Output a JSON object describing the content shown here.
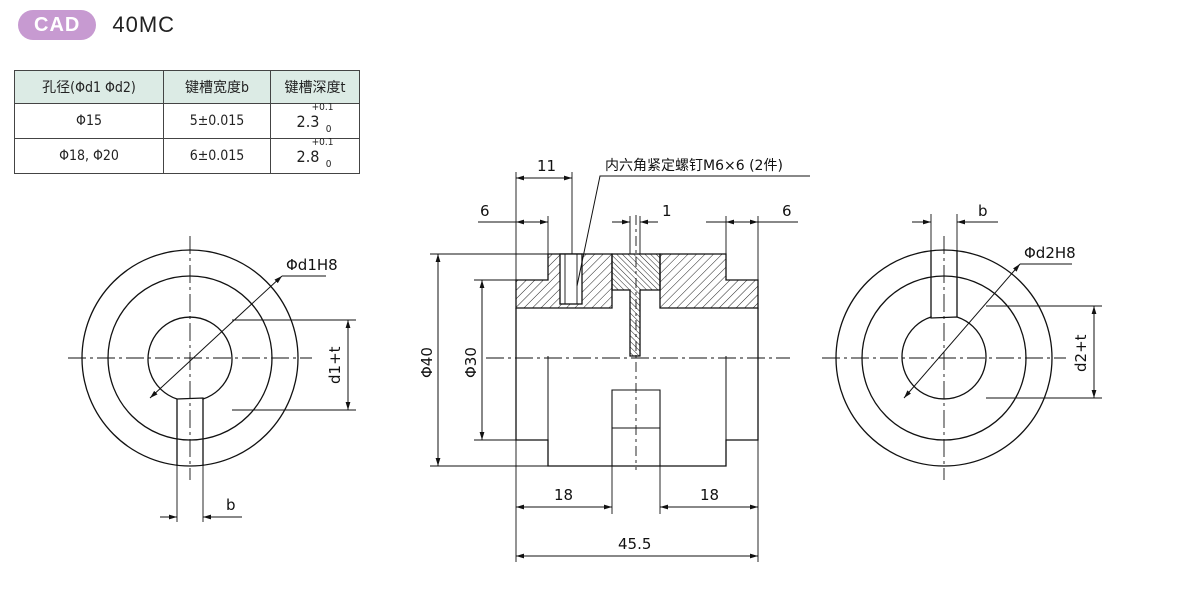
{
  "header": {
    "badge": "CAD",
    "model": "40MC"
  },
  "table": {
    "headers": [
      "孔径(Φd1 Φd2)",
      "键槽宽度b",
      "键槽深度t"
    ],
    "rows": [
      {
        "bore": "Φ15",
        "width": "5±0.015",
        "depth": "2.3",
        "tol_upper": "+0.1",
        "tol_lower": "0"
      },
      {
        "bore": "Φ18, Φ20",
        "width": "6±0.015",
        "depth": "2.8",
        "tol_upper": "+0.1",
        "tol_lower": "0"
      }
    ]
  },
  "drawing": {
    "left_view": {
      "bore_label": "Φd1H8",
      "depth_label": "d1+t",
      "keyway_label": "b"
    },
    "section_view": {
      "screw_note": "内六角紧定螺钉M6×6 (2件)",
      "dim_screw_pos": "11",
      "dim_left_step": "6",
      "dim_gap": "1",
      "dim_right_step": "6",
      "dim_outer_dia": "Φ40",
      "dim_inner_dia": "Φ30",
      "dim_left_length": "18",
      "dim_right_length": "18",
      "dim_total_length": "45.5"
    },
    "right_view": {
      "bore_label": "Φd2H8",
      "depth_label": "d2+t",
      "keyway_label": "b"
    }
  },
  "colors": {
    "badge": "#c79ad1",
    "table_header": "#dcebe5",
    "line": "#111111"
  }
}
